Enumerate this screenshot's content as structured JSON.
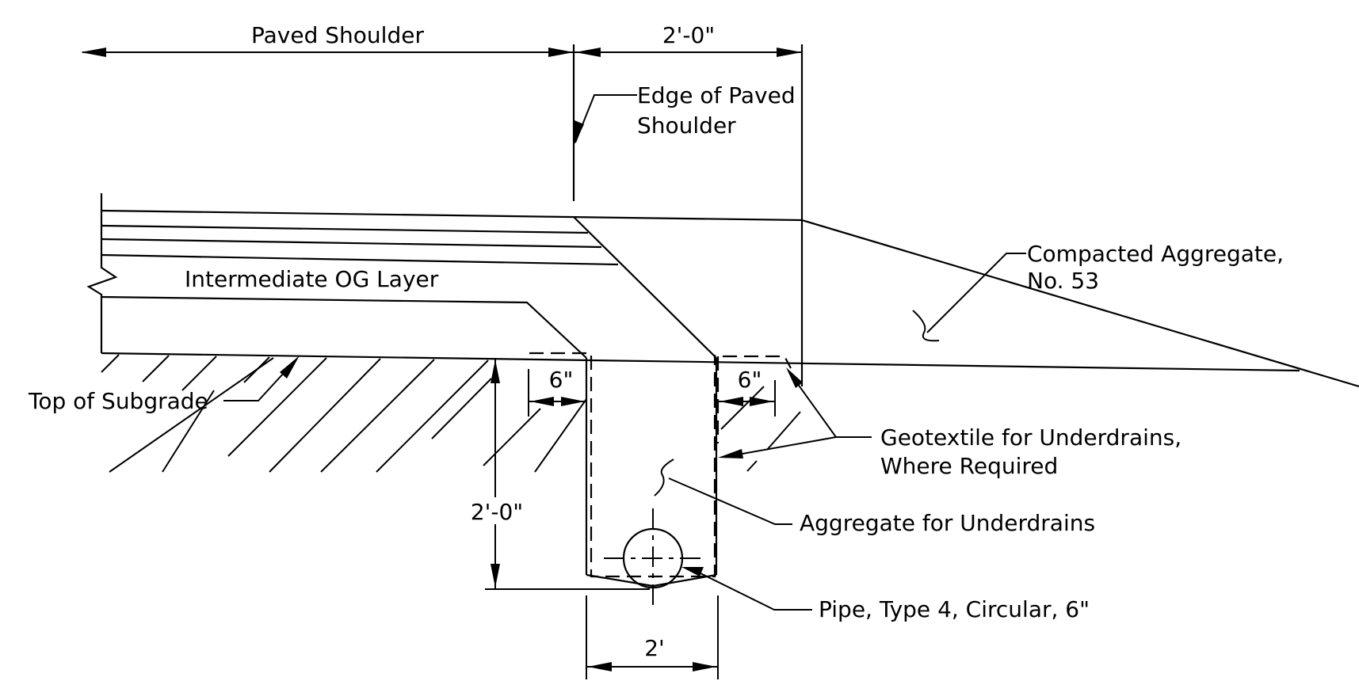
{
  "labels": {
    "paved_shoulder": "Paved Shoulder",
    "dim_top": "2'-0\"",
    "edge_line1": "Edge of Paved",
    "edge_line2": "Shoulder",
    "compacted_line1": "Compacted Aggregate,",
    "compacted_line2": "No. 53",
    "intermediate": "Intermediate OG Layer",
    "top_subgrade": "Top of Subgrade",
    "dim_six_left": "6\"",
    "dim_six_right": "6\"",
    "geotextile_line1": "Geotextile for Underdrains,",
    "geotextile_line2": "Where Required",
    "dim_depth": "2'-0\"",
    "aggregate": "Aggregate for Underdrains",
    "pipe": "Pipe, Type 4, Circular, 6\"",
    "dim_width": "2'"
  }
}
